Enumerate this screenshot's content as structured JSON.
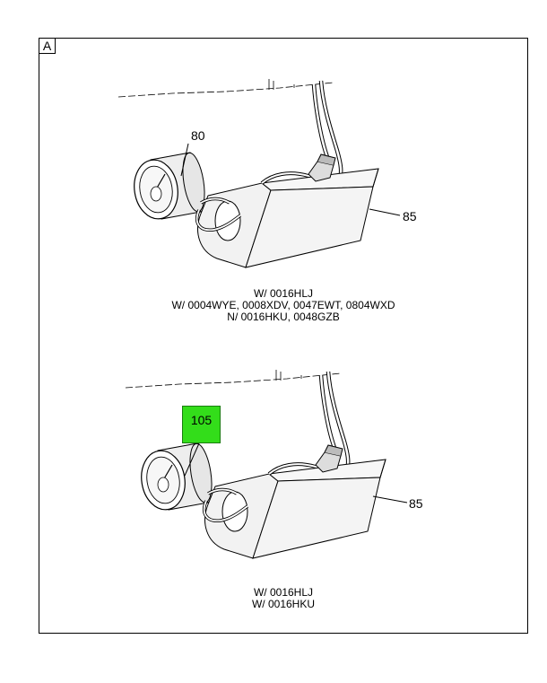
{
  "frame_label": "A",
  "views": [
    {
      "gauge_callout": "80",
      "bracket_callout": "85",
      "conditions": [
        "W/ 0016HLJ",
        "W/ 0004WYE, 0008XDV, 0047EWT, 0804WXD",
        "N/ 0016HKU, 0048GZB"
      ],
      "highlighted": false
    },
    {
      "gauge_callout": "105",
      "bracket_callout": "85",
      "conditions": [
        "W/ 0016HLJ",
        "W/ 0016HKU"
      ],
      "highlighted": true
    }
  ],
  "colors": {
    "highlight": "#33dd1a",
    "line": "#000000",
    "fill_light": "#f2f2f2"
  }
}
